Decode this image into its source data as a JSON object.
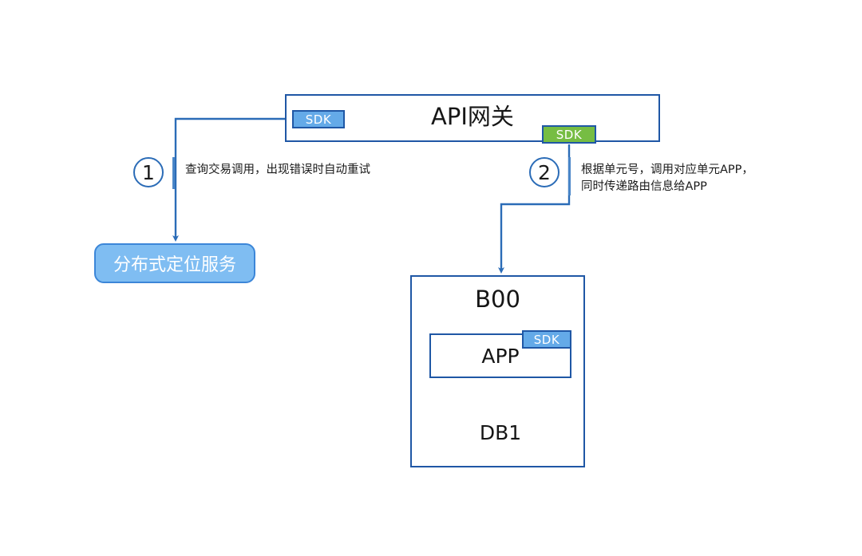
{
  "diagram": {
    "title_hidden": "",
    "api_gateway": {
      "label": "API网关",
      "sdk_left": "SDK",
      "sdk_right": "SDK",
      "sdk_left_color": "#64aae8",
      "sdk_right_color": "#76bd43",
      "border_color": "#1f57a5"
    },
    "steps": [
      {
        "number": "1",
        "text": "查询交易调用，出现错误时自动重试"
      },
      {
        "number": "2",
        "text": "根据单元号，调用对应单元APP，\n同时传递路由信息给APP"
      }
    ],
    "location_service": {
      "label": "分布式定位服务",
      "fill_color": "#7fbdf2",
      "border_color": "#3c86d8",
      "text_color": "#ffffff"
    },
    "unit": {
      "label": "B00",
      "app": {
        "label": "APP",
        "sdk": "SDK",
        "sdk_color": "#64aae8"
      },
      "database": {
        "label": "DB1"
      }
    },
    "connectors": [
      {
        "name": "gateway-sdk-to-location-service",
        "from": "api-gateway-sdk-left",
        "to": "location-service"
      },
      {
        "name": "gateway-sdk-to-unit-b00",
        "from": "api-gateway-sdk-right",
        "to": "unit-b00"
      },
      {
        "name": "app-to-db1",
        "from": "app-box",
        "to": "db1"
      }
    ],
    "colors": {
      "line": "#2b6cb7",
      "box_border": "#1f57a5",
      "accent_blue": "#64aae8",
      "accent_green": "#76bd43"
    }
  }
}
